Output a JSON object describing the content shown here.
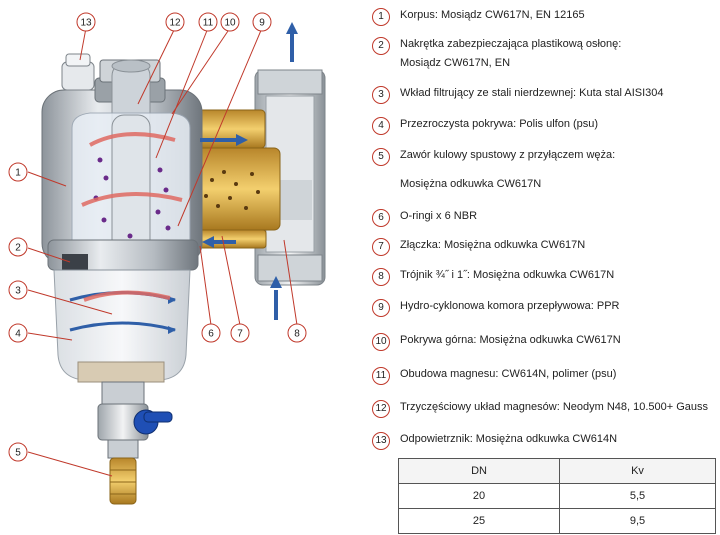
{
  "legend": [
    {
      "n": "1",
      "lines": [
        "Korpus: Mosiądz CW617N, EN 12165"
      ]
    },
    {
      "n": "2",
      "lines": [
        "Nakrętka zabezpieczająca plastikową osłonę:",
        "Mosiądz CW617N, EN"
      ]
    },
    {
      "n": "3",
      "lines": [
        "Wkład filtrujący ze stali nierdzewnej: Kuta stal AISI304"
      ]
    },
    {
      "n": "4",
      "lines": [
        "Przezroczysta pokrywa: Polis ulfon (psu)"
      ]
    },
    {
      "n": "5",
      "lines": [
        "Zawór kulowy spustowy z przyłączem węża:",
        "Mosiężna odkuwka CW617N"
      ]
    },
    {
      "n": "6",
      "lines": [
        "O-ringi x 6 NBR"
      ]
    },
    {
      "n": "7",
      "lines": [
        "Złączka: Mosiężna odkuwka CW617N"
      ]
    },
    {
      "n": "8",
      "lines": [
        "Trójnik ¾˝ i 1˝: Mosiężna odkuwka CW617N"
      ]
    },
    {
      "n": "9",
      "lines": [
        "Hydro-cyklonowa komora przepływowa: PPR"
      ]
    },
    {
      "n": "10",
      "lines": [
        "Pokrywa górna: Mosiężna odkuwka CW617N"
      ]
    },
    {
      "n": "11",
      "lines": [
        "Obudowa magnesu: CW614N, polimer (psu)"
      ]
    },
    {
      "n": "12",
      "lines": [
        "Trzyczęściowy układ magnesów:  Neodym  N48,  10.500+  Gauss"
      ]
    },
    {
      "n": "13",
      "lines": [
        "Odpowietrznik: Mosiężna odkuwka CW614N"
      ]
    }
  ],
  "table": {
    "headers": [
      "DN",
      "Kv"
    ],
    "rows": [
      [
        "20",
        "5,5"
      ],
      [
        "25",
        "9,5"
      ]
    ]
  },
  "callouts": [
    "1",
    "2",
    "3",
    "4",
    "5",
    "6",
    "7",
    "8",
    "9",
    "10",
    "11",
    "12",
    "13"
  ],
  "colors": {
    "callout_stroke": "#c0392b",
    "brass": "#d4a43a",
    "steel": "#9aa3ab",
    "flow_arrow": "#2f5fa8",
    "red_arrow": "#d9534f",
    "valve_blue": "#1f4fb5"
  }
}
